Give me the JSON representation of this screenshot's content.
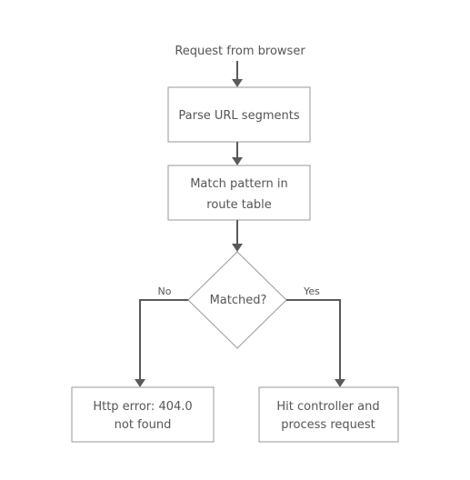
{
  "diagram": {
    "start_label": "Request from browser",
    "nodes": {
      "parse": {
        "text": [
          "Parse URL segments"
        ]
      },
      "match": {
        "text": [
          "Match pattern in",
          "route table"
        ]
      },
      "decision": {
        "text": [
          "Matched?"
        ]
      },
      "error": {
        "text": [
          "Http error: 404.0",
          "not found"
        ]
      },
      "hit": {
        "text": [
          "Hit controller and",
          "process request"
        ]
      }
    },
    "edges": {
      "no_label": "No",
      "yes_label": "Yes"
    }
  }
}
